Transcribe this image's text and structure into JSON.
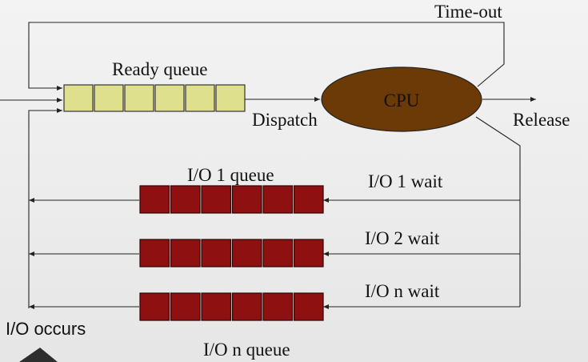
{
  "labels": {
    "time_out": "Time-out",
    "ready_queue": "Ready queue",
    "cpu": "CPU",
    "dispatch": "Dispatch",
    "release": "Release",
    "io1_queue": "I/O 1 queue",
    "io1_wait": "I/O 1 wait",
    "io2_wait": "I/O 2 wait",
    "ion_wait": "I/O n wait",
    "io_occurs": "I/O occurs",
    "ion_queue": "I/O n queue"
  },
  "colors": {
    "ready_cell": "#dfe08e",
    "io_cell": "#8e1010",
    "cpu": "#6b3a07",
    "line": "#222222"
  },
  "queues": {
    "ready_cell_count": 6,
    "io_cell_count": 6
  }
}
